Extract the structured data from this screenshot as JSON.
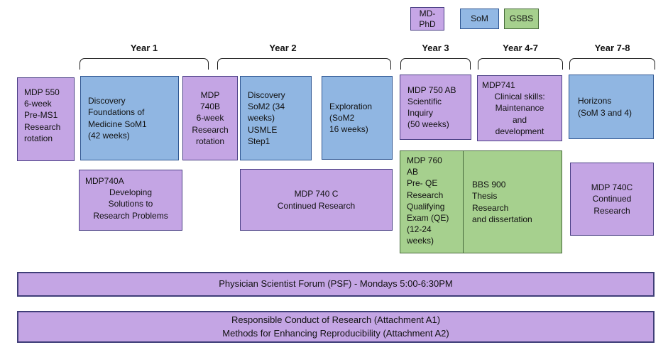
{
  "legend": {
    "md_phd": "MD-\nPhD",
    "som": "SoM",
    "gsbs": "GSBS"
  },
  "colors": {
    "md_phd_fill": "#c4a5e4",
    "md_phd_border": "#4a3f85",
    "som_fill": "#90b6e2",
    "som_border": "#2e5591",
    "gsbs_fill": "#a6d08e",
    "gsbs_border": "#46693a"
  },
  "years": [
    {
      "label": "Year 1"
    },
    {
      "label": "Year 2"
    },
    {
      "label": "Year 3"
    },
    {
      "label": "Year 4-7"
    },
    {
      "label": "Year 7-8"
    }
  ],
  "boxes": {
    "mdp550": "MDP 550\n6-week\nPre-MS1\nResearch\nrotation",
    "discovery_som1": "Discovery\nFoundations of\nMedicine SoM1\n(42 weeks)",
    "mdp740b": "MDP\n740B\n6-week\nResearch\nrotation",
    "discovery_som2": "Discovery\nSoM2 (34\nweeks)\nUSMLE\nStep1",
    "exploration": "Exploration\n(SoM2\n16 weeks)",
    "mdp750ab": "MDP 750 AB\nScientific\nInquiry\n(50 weeks)",
    "mdp741_heading": "MDP741",
    "mdp741_body": "Clinical skills:\nMaintenance\nand\ndevelopment",
    "horizons": "Horizons\n(SoM 3 and 4)",
    "mdp740a_heading": "MDP740A",
    "mdp740a_body": "Developing\nSolutions to\nResearch Problems",
    "mdp740c_mid": "MDP 740 C\nContinued Research",
    "mdp760ab": "MDP 760\nAB\nPre- QE\nResearch\nQualifying\nExam (QE)\n(12-24\nweeks)",
    "bbs900": "BBS 900\nThesis\nResearch\nand dissertation",
    "mdp740c_right": "MDP 740C\nContinued\nResearch"
  },
  "bars": {
    "psf": "Physician Scientist Forum (PSF) - Mondays 5:00-6:30PM",
    "rcr": "Responsible Conduct of Research (Attachment A1)\nMethods for Enhancing Reproducibility (Attachment A2)"
  }
}
